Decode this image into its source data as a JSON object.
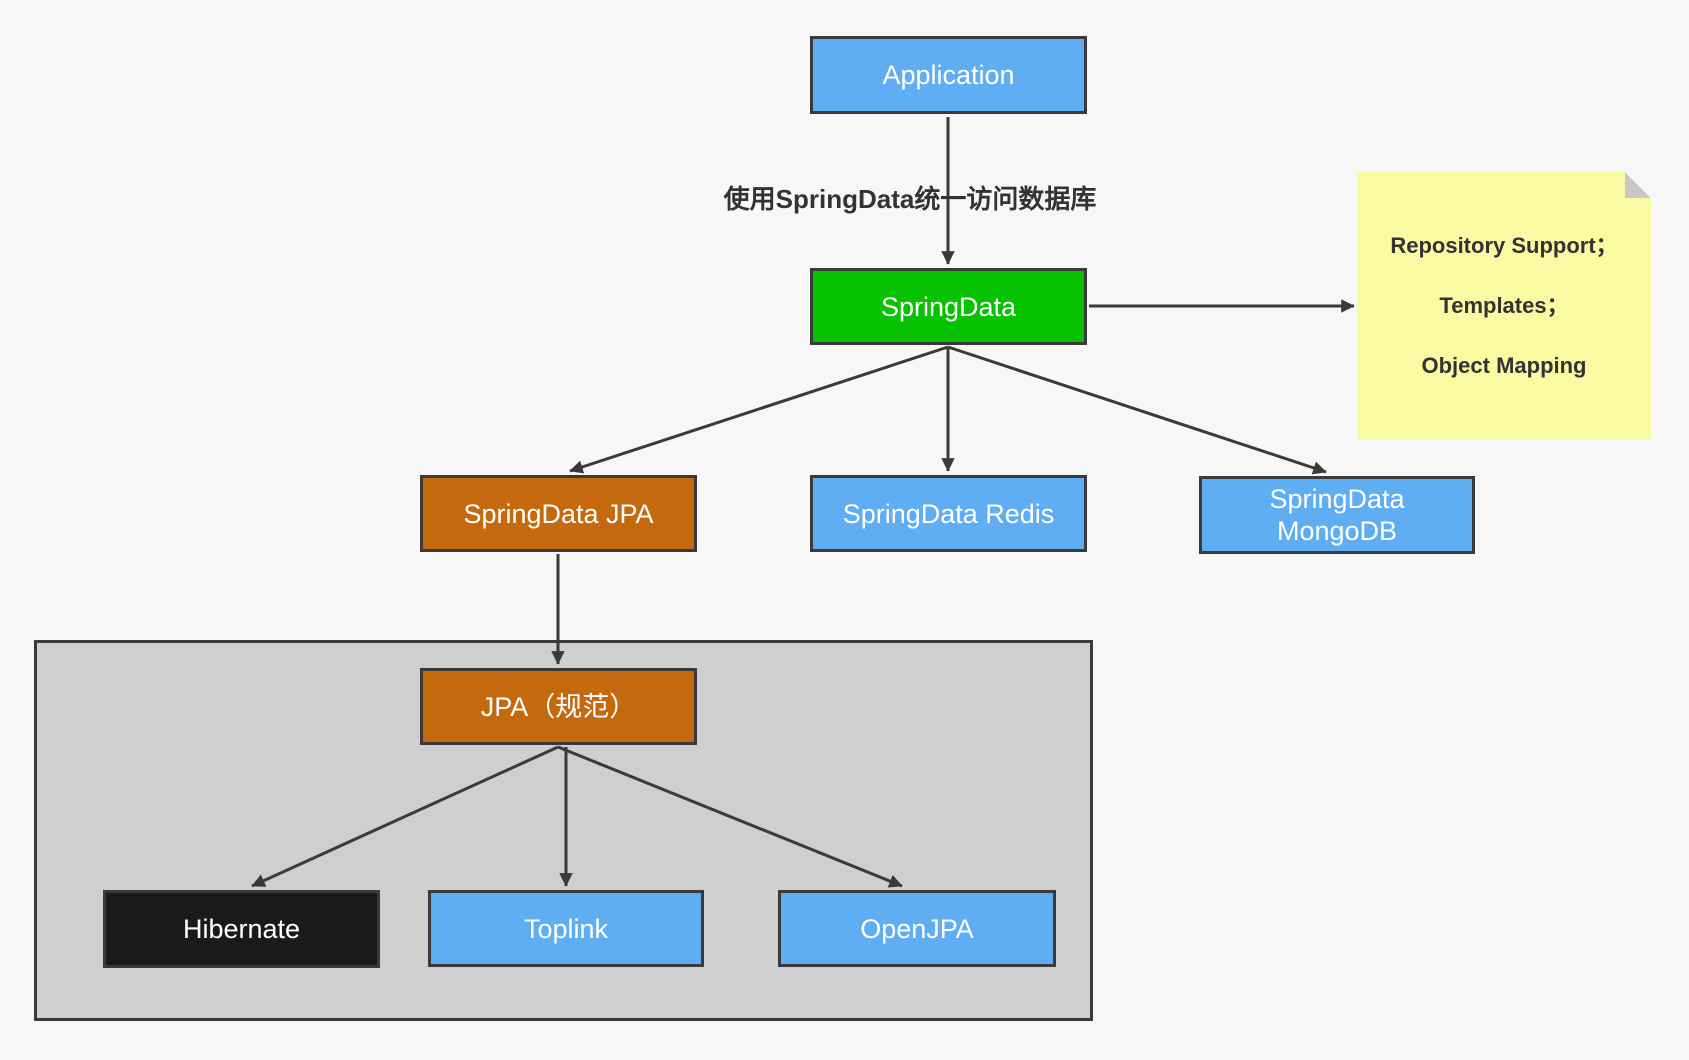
{
  "nodes": {
    "application": "Application",
    "springdata": "SpringData",
    "springdata_jpa": "SpringData JPA",
    "springdata_redis": "SpringData Redis",
    "springdata_mongodb": "SpringData\nMongoDB",
    "jpa_spec": "JPA（规范）",
    "hibernate": "Hibernate",
    "toplink": "Toplink",
    "openjpa": "OpenJPA"
  },
  "labels": {
    "edge_app_to_springdata": "使用SpringData统一访问数据库"
  },
  "note": {
    "line1": "Repository Support；",
    "line2": "Templates；",
    "line3": "Object Mapping"
  },
  "colors": {
    "blue": "#5FADF2",
    "green": "#06C200",
    "orange": "#C5690F",
    "black": "#1A1A1A",
    "note_yellow": "#FAFAA3",
    "group_gray": "#CFCFCF",
    "arrow": "#3A3A3A",
    "background": "#F7F7F8"
  }
}
